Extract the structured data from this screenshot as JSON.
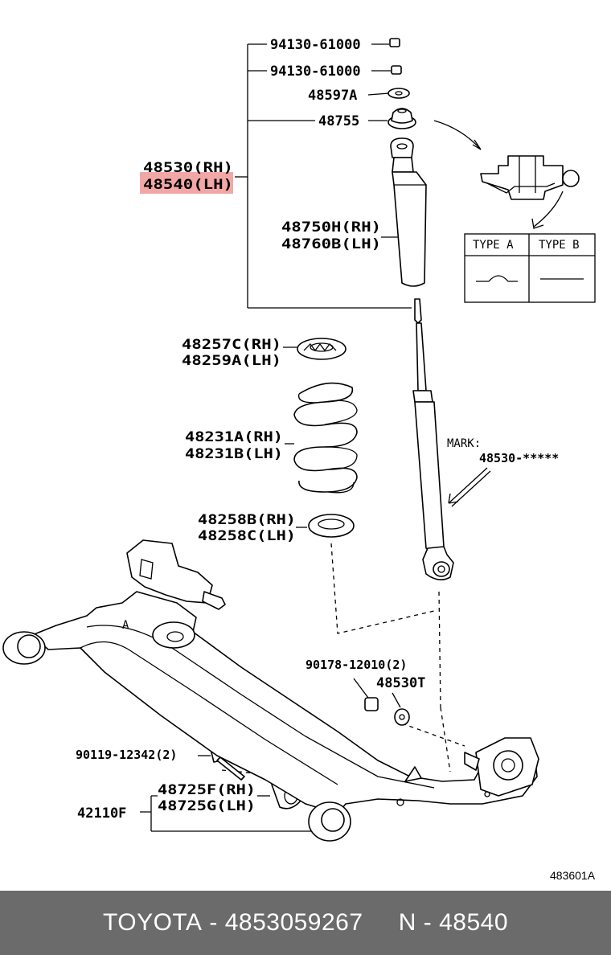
{
  "diagram": {
    "labels": {
      "p94130_a": "94130-61000",
      "p94130_b": "94130-61000",
      "p48597": "48597A",
      "p48755": "48755",
      "p48530": "48530(RH)",
      "p48540": "48540(LH)",
      "p48750": "48750H(RH)",
      "p48760": "48760B(LH)",
      "p48257": "48257C(RH)",
      "p48259": "48259A(LH)",
      "p48231a": "48231A(RH)",
      "p48231b": "48231B(LH)",
      "p48258b": "48258B(RH)",
      "p48258c": "48258C(LH)",
      "mark": "MARK:",
      "mark_code": "48530-*****",
      "p90178": "90178-12010(2)",
      "p48530t": "48530T",
      "p90119": "90119-12342(2)",
      "p48725f": "48725F(RH)",
      "p48725g": "48725G(LH)",
      "p42110": "42110F",
      "ref_a": "A",
      "diagram_id": "483601A"
    },
    "type_table": {
      "type_a": "TYPE A",
      "type_b": "TYPE B"
    },
    "highlight_color": "#f2a7a7"
  },
  "footer": {
    "brand": "TOYOTA",
    "separator": " - ",
    "part_number": "4853059267",
    "n_label": "N",
    "n_value": "48540"
  }
}
